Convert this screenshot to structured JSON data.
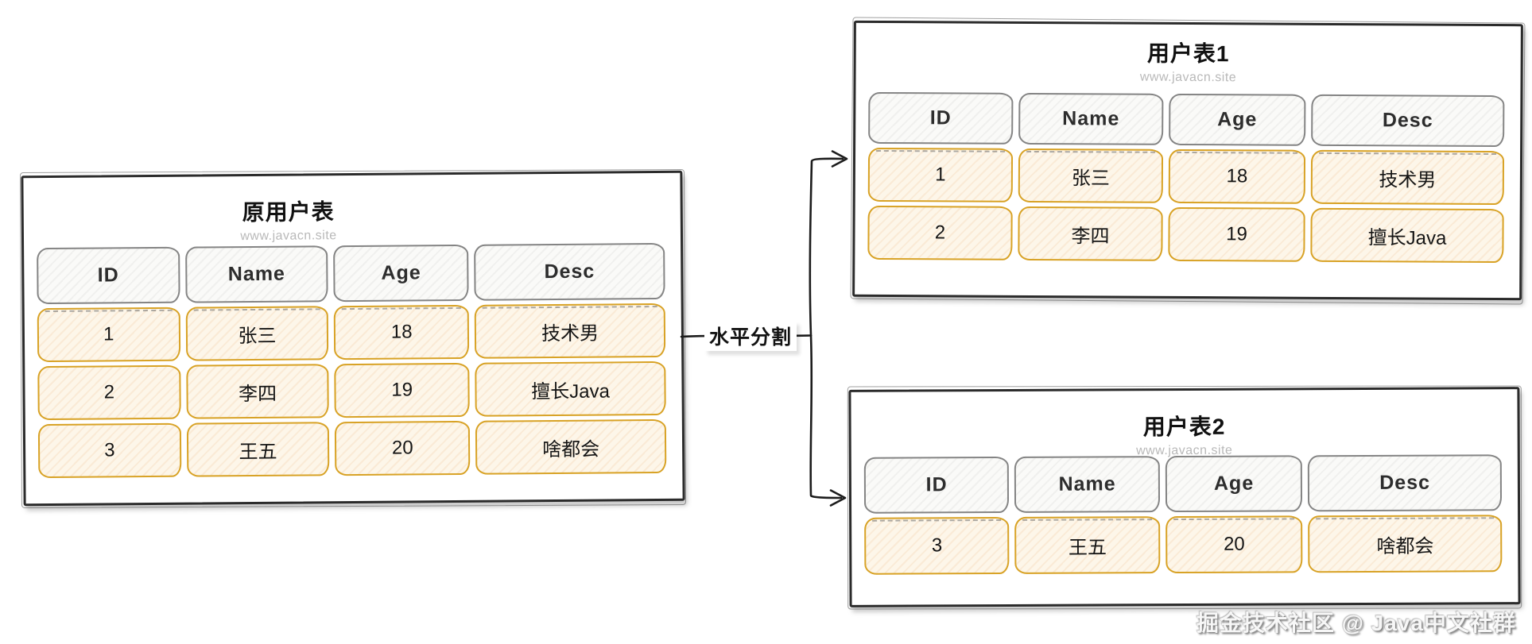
{
  "diagram_type": "database-horizontal-sharding",
  "arrow": {
    "label": "水平分割"
  },
  "watermark": "掘金技术社区 @ Java中文社群",
  "colors": {
    "box_border": "#2b2b2b",
    "header_cell_border": "#848484",
    "header_cell_fill": "#fafaf8",
    "data_cell_border": "#d8a225",
    "data_cell_fill": "#fdf6e9",
    "subtitle_text": "#b9b9b9",
    "text": "#141414"
  },
  "tables": {
    "original": {
      "title": "原用户表",
      "subtitle": "www.javacn.site",
      "columns": [
        "ID",
        "Name",
        "Age",
        "Desc"
      ],
      "rows": [
        [
          "1",
          "张三",
          "18",
          "技术男"
        ],
        [
          "2",
          "李四",
          "19",
          "擅长Java"
        ],
        [
          "3",
          "王五",
          "20",
          "啥都会"
        ]
      ]
    },
    "split1": {
      "title": "用户表1",
      "subtitle": "www.javacn.site",
      "columns": [
        "ID",
        "Name",
        "Age",
        "Desc"
      ],
      "rows": [
        [
          "1",
          "张三",
          "18",
          "技术男"
        ],
        [
          "2",
          "李四",
          "19",
          "擅长Java"
        ]
      ]
    },
    "split2": {
      "title": "用户表2",
      "subtitle": "www.javacn.site",
      "columns": [
        "ID",
        "Name",
        "Age",
        "Desc"
      ],
      "rows": [
        [
          "3",
          "王五",
          "20",
          "啥都会"
        ]
      ]
    }
  }
}
